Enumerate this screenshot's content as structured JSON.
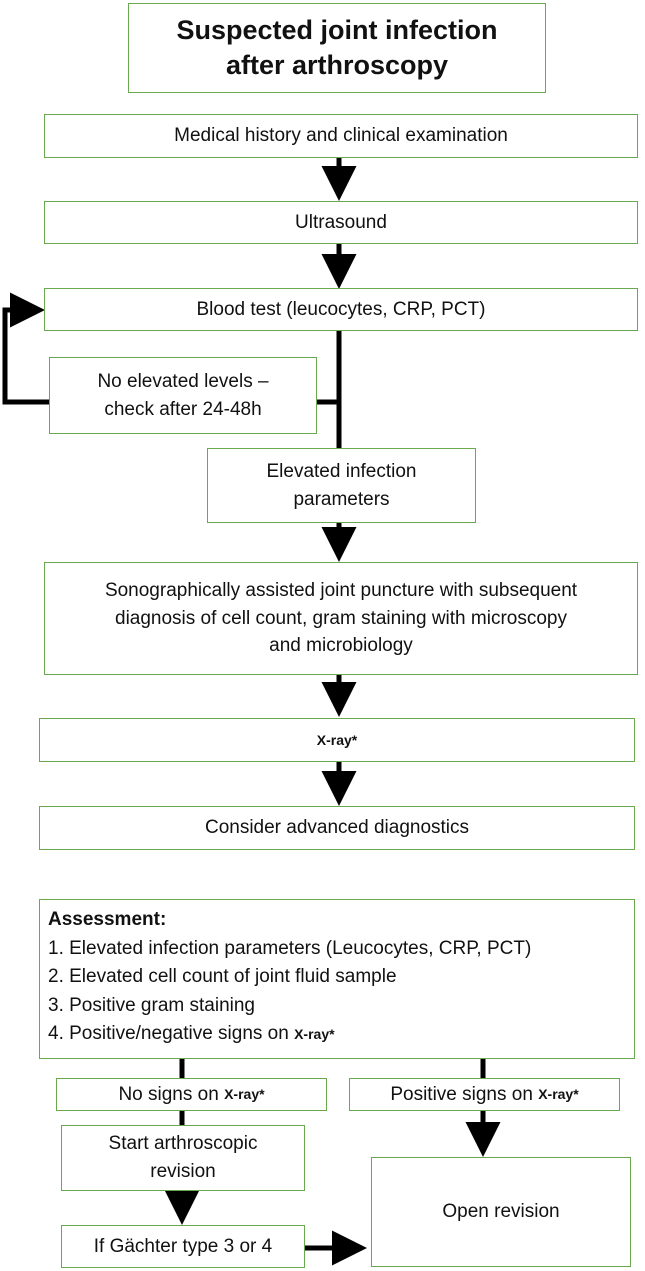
{
  "title": {
    "line1": "Suspected joint infection",
    "line2": "after arthroscopy"
  },
  "steps": {
    "history": "Medical history and clinical examination",
    "ultrasound": "Ultrasound",
    "blood": "Blood test (leucocytes, CRP, PCT)",
    "no_elevated_1": "No elevated levels –",
    "no_elevated_2": "check after 24-48h",
    "elevated_1": "Elevated infection",
    "elevated_2": "parameters",
    "puncture_1": "Sonographically assisted joint puncture with subsequent",
    "puncture_2": "diagnosis of cell count, gram staining with microscopy",
    "puncture_3": "and microbiology",
    "xray": "X-ray*",
    "advanced": "Consider advanced diagnostics"
  },
  "assessment": {
    "heading": "Assessment:",
    "item1": "1. Elevated infection parameters (Leucocytes, CRP, PCT)",
    "item2": "2. Elevated cell count of joint fluid sample",
    "item3": "3. Positive gram staining",
    "item4": "4. Positive/negative signs on ",
    "item4_xray": "X-ray*"
  },
  "branches": {
    "no_signs": "No signs on ",
    "no_signs_xray": "X-ray*",
    "positive_signs": "Positive signs on ",
    "positive_signs_xray": "X-ray*",
    "start_arthro_1": "Start arthroscopic",
    "start_arthro_2": "revision",
    "gachter": "If Gächter type 3 or 4",
    "open_revision": "Open revision"
  }
}
